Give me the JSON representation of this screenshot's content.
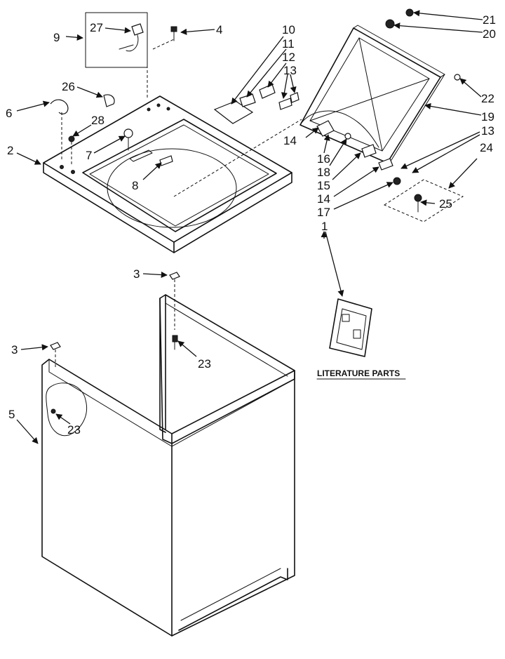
{
  "callouts": {
    "n1": "1",
    "n2": "2",
    "n3a": "3",
    "n3b": "3",
    "n4": "4",
    "n5": "5",
    "n6": "6",
    "n7": "7",
    "n8": "8",
    "n9": "9",
    "n10": "10",
    "n11": "11",
    "n12": "12",
    "n13a": "13",
    "n13b": "13",
    "n14a": "14",
    "n14b": "14",
    "n15": "15",
    "n16": "16",
    "n17": "17",
    "n18": "18",
    "n19": "19",
    "n20": "20",
    "n21": "21",
    "n22": "22",
    "n23a": "23",
    "n23b": "23",
    "n24": "24",
    "n25": "25",
    "n26": "26",
    "n27": "27",
    "n28": "28"
  },
  "caption": "LITERATURE PARTS"
}
